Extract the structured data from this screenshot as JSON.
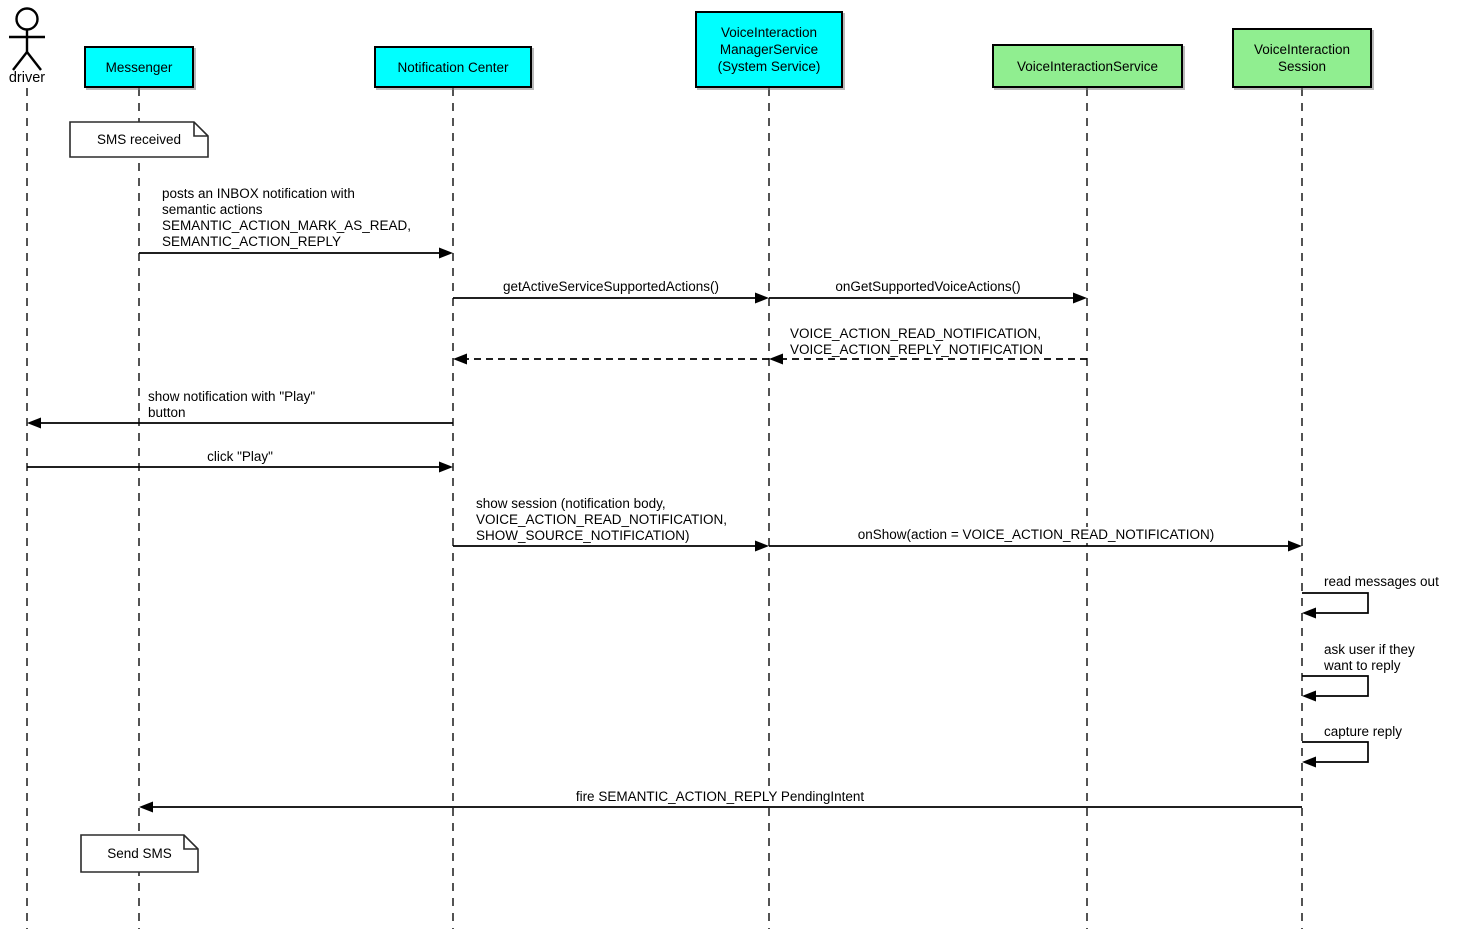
{
  "diagram_type": "uml-sequence-diagram",
  "actor": {
    "label": "driver"
  },
  "participants": [
    {
      "id": "messenger",
      "label_lines": [
        "Messenger"
      ],
      "color": "#00FFFF"
    },
    {
      "id": "notification-center",
      "label_lines": [
        "Notification Center"
      ],
      "color": "#00FFFF"
    },
    {
      "id": "voice-interaction-manager-service",
      "label_lines": [
        "VoiceInteraction",
        "ManagerService",
        "(System Service)"
      ],
      "color": "#00FFFF"
    },
    {
      "id": "voice-interaction-service",
      "label_lines": [
        "VoiceInteractionService"
      ],
      "color": "#90EE90"
    },
    {
      "id": "voice-interaction-session",
      "label_lines": [
        "VoiceInteraction",
        "Session"
      ],
      "color": "#90EE90"
    }
  ],
  "notes": {
    "sms_received": "SMS received",
    "send_sms": "Send SMS"
  },
  "messages": {
    "post_inbox": {
      "from": "messenger",
      "to": "notification-center",
      "lines": [
        "posts an INBOX notification with",
        "semantic actions",
        "SEMANTIC_ACTION_MARK_AS_READ,",
        "SEMANTIC_ACTION_REPLY"
      ]
    },
    "get_active_actions": {
      "from": "notification-center",
      "to": "voice-interaction-manager-service",
      "label": "getActiveServiceSupportedActions()"
    },
    "on_get_supported": {
      "from": "voice-interaction-manager-service",
      "to": "voice-interaction-service",
      "label": "onGetSupportedVoiceActions()"
    },
    "supported_actions_return": {
      "from": "voice-interaction-service",
      "to": "notification-center",
      "style": "dashed",
      "lines": [
        "VOICE_ACTION_READ_NOTIFICATION,",
        "VOICE_ACTION_REPLY_NOTIFICATION"
      ]
    },
    "show_notification": {
      "from": "notification-center",
      "to": "driver",
      "lines": [
        "show notification with \"Play\"",
        "button"
      ]
    },
    "click_play": {
      "from": "driver",
      "to": "notification-center",
      "label": "click \"Play\""
    },
    "show_session": {
      "from": "notification-center",
      "to": "voice-interaction-manager-service",
      "lines": [
        "show session (notification body,",
        "VOICE_ACTION_READ_NOTIFICATION,",
        "SHOW_SOURCE_NOTIFICATION)"
      ]
    },
    "on_show": {
      "from": "voice-interaction-manager-service",
      "to": "voice-interaction-session",
      "label": "onShow(action = VOICE_ACTION_READ_NOTIFICATION)"
    },
    "read_messages_out": {
      "self": "voice-interaction-session",
      "label": "read messages out"
    },
    "ask_user": {
      "self": "voice-interaction-session",
      "lines": [
        "ask user if they",
        "want to reply"
      ]
    },
    "capture_reply": {
      "self": "voice-interaction-session",
      "label": "capture reply"
    },
    "fire_reply": {
      "from": "voice-interaction-session",
      "to": "messenger",
      "label": "fire SEMANTIC_ACTION_REPLY PendingIntent"
    }
  },
  "colors": {
    "participant_cyan": "#00FFFF",
    "participant_green": "#90EE90",
    "line": "#000000",
    "note_background": "#FFFFFF"
  }
}
